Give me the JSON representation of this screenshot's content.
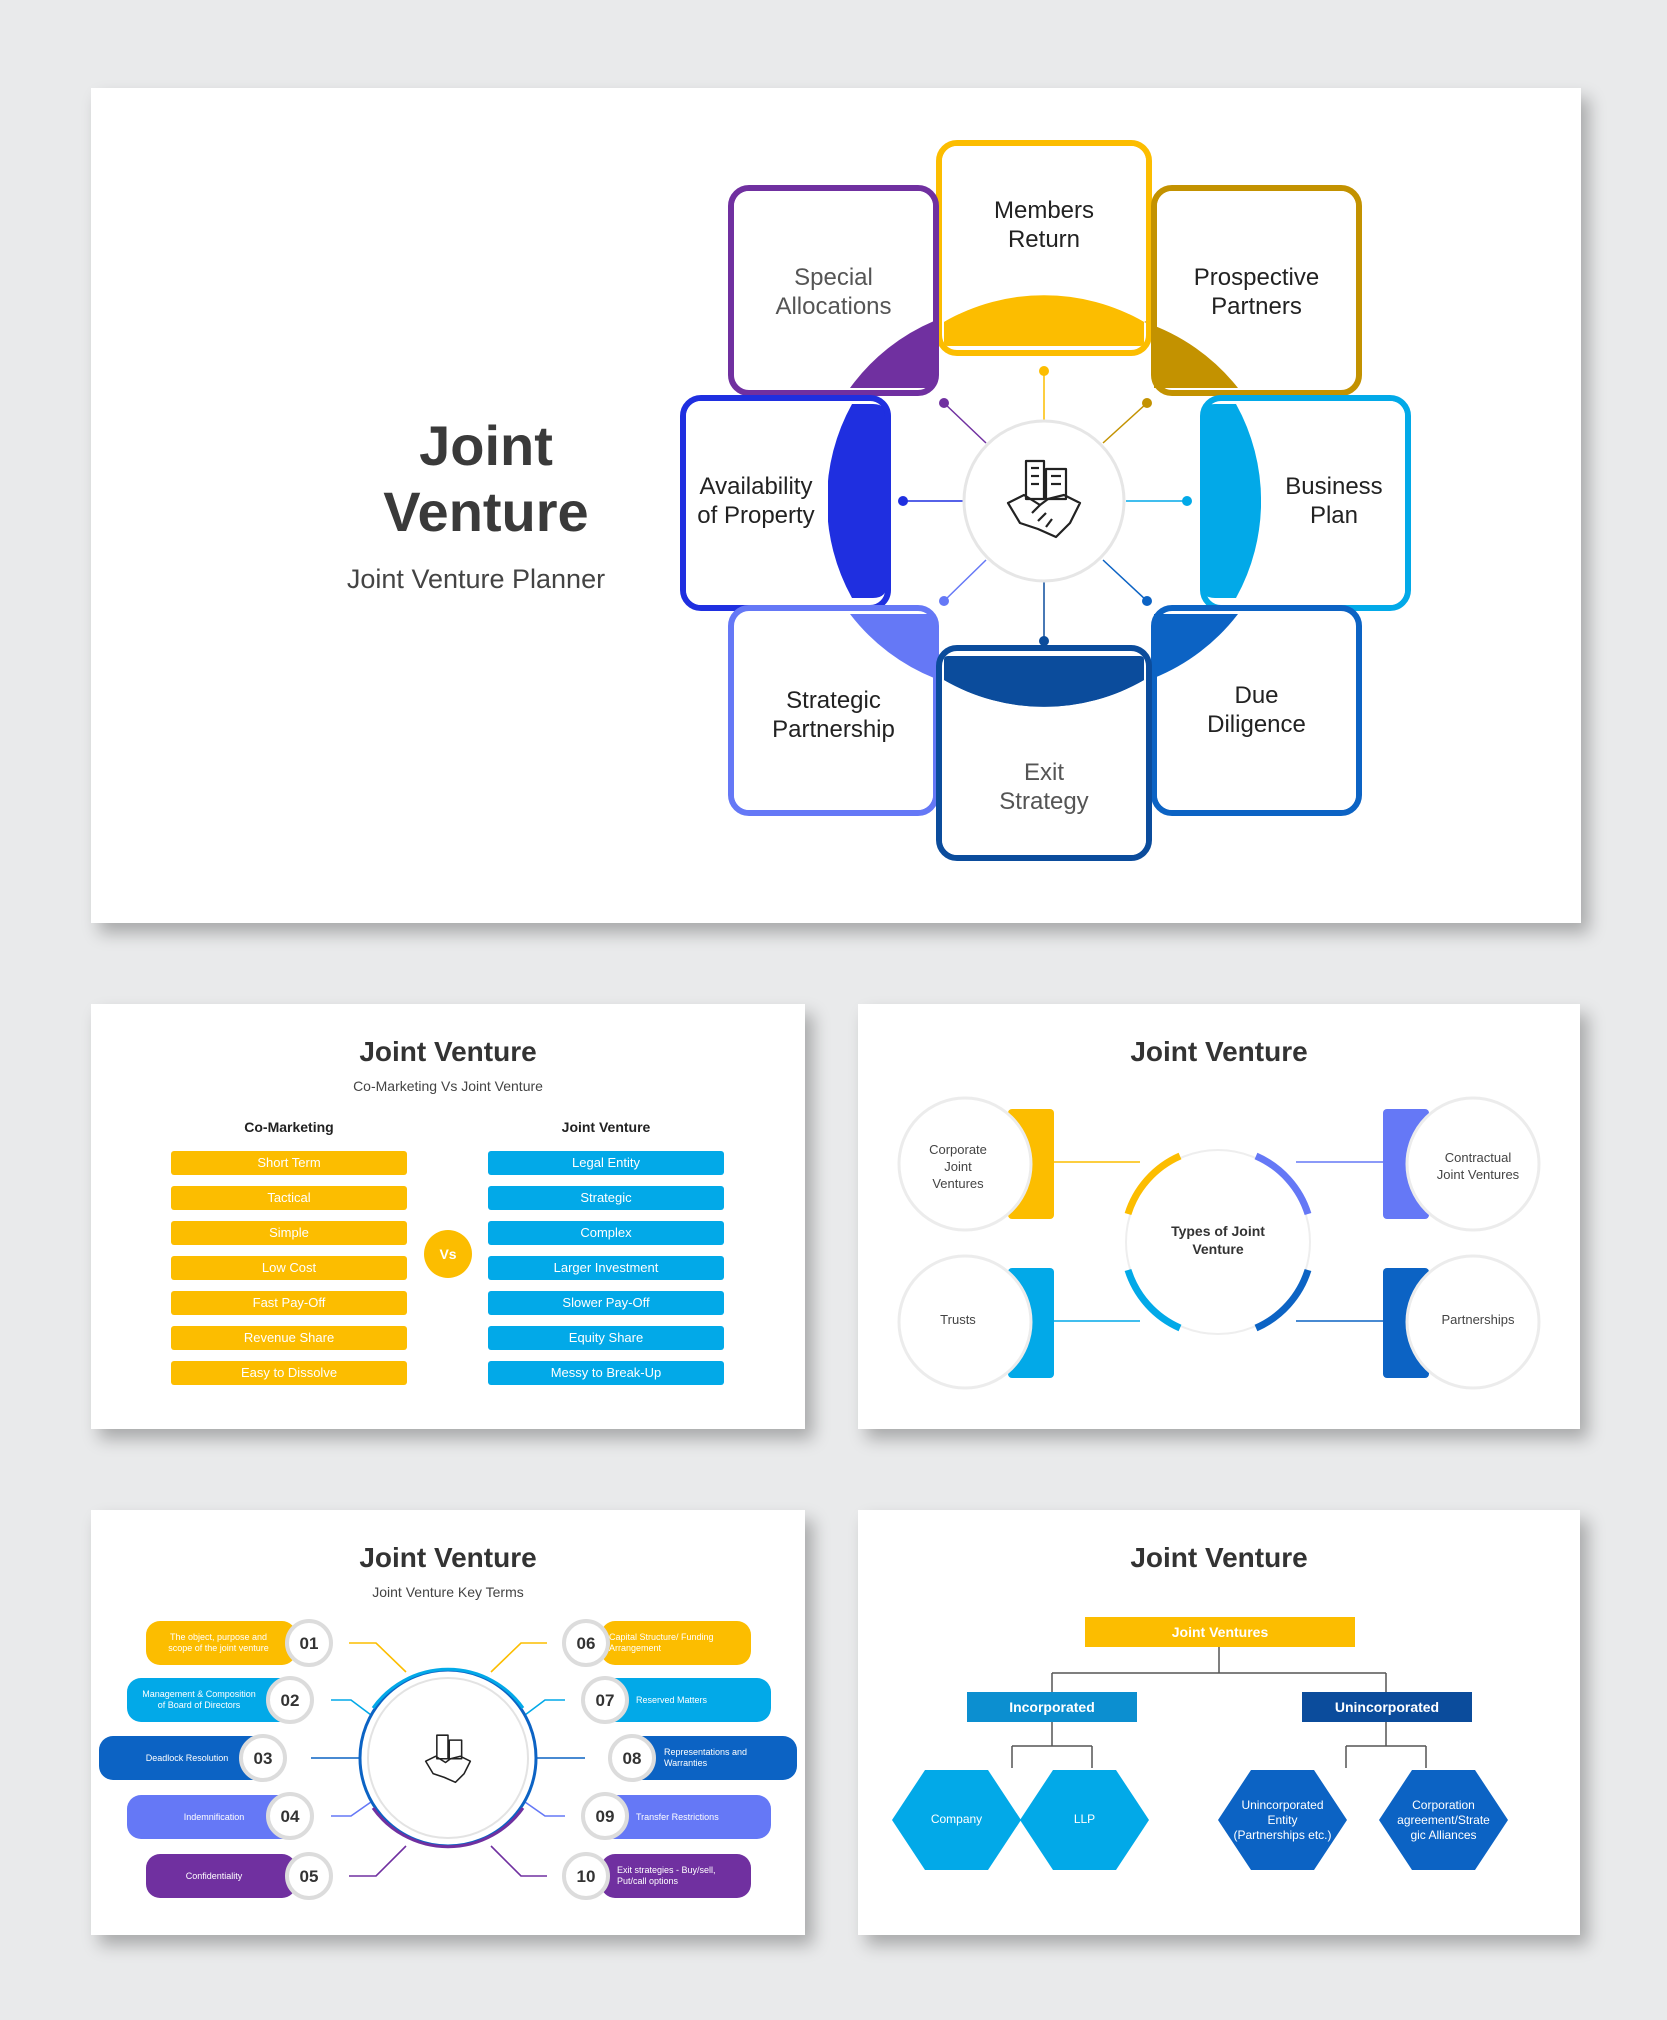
{
  "colors": {
    "yellow": "#fcbd00",
    "gold": "#c39200",
    "purple": "#7030a0",
    "royal": "#1f2fe0",
    "cyan": "#02a9e8",
    "dark_blue": "#0b4c9c",
    "mid_blue": "#0c63c4",
    "periwinkle": "#6578f6"
  },
  "slide1": {
    "title_line1": "Joint",
    "title_line2": "Venture",
    "subtitle": "Joint Venture Planner",
    "center_icon": "handshake-buildings-icon",
    "cards": {
      "members_return": [
        "Members",
        "Return"
      ],
      "prospective_partners": [
        "Prospective",
        "Partners"
      ],
      "business_plan": [
        "Business",
        "Plan"
      ],
      "due_diligence": [
        "Due",
        "Diligence"
      ],
      "exit_strategy": [
        "Exit",
        "Strategy"
      ],
      "strategic_partnership": [
        "Strategic",
        "Partnership"
      ],
      "availability_property": [
        "Availability",
        "of Property"
      ],
      "special_allocations": [
        "Special",
        "Allocations"
      ]
    }
  },
  "slide2": {
    "title": "Joint Venture",
    "subtitle": "Co-Marketing Vs Joint Venture",
    "left_header": "Co-Marketing",
    "right_header": "Joint Venture",
    "vs": "Vs",
    "left_items": [
      "Short Term",
      "Tactical",
      "Simple",
      "Low Cost",
      "Fast Pay-Off",
      "Revenue Share",
      "Easy to Dissolve"
    ],
    "right_items": [
      "Legal Entity",
      "Strategic",
      "Complex",
      "Larger Investment",
      "Slower Pay-Off",
      "Equity Share",
      "Messy to Break-Up"
    ]
  },
  "slide3": {
    "title": "Joint Venture",
    "center": [
      "Types of Joint",
      "Venture"
    ],
    "corporate": [
      "Corporate",
      "Joint",
      "Ventures"
    ],
    "contractual": [
      "Contractual",
      "Joint Ventures"
    ],
    "trusts": "Trusts",
    "partnerships": "Partnerships"
  },
  "slide4": {
    "title": "Joint Venture",
    "subtitle": "Joint Venture Key Terms",
    "center_icon": "handshake-buildings-icon",
    "left": [
      {
        "num": "01",
        "text": [
          "The object, purpose and",
          "scope of the joint venture"
        ]
      },
      {
        "num": "02",
        "text": [
          "Management & Composition",
          "of Board of Directors"
        ]
      },
      {
        "num": "03",
        "text": [
          "Deadlock Resolution"
        ]
      },
      {
        "num": "04",
        "text": [
          "Indemnification"
        ]
      },
      {
        "num": "05",
        "text": [
          "Confidentiality"
        ]
      }
    ],
    "right": [
      {
        "num": "06",
        "text": [
          "Capital Structure/ Funding",
          "Arrangement"
        ]
      },
      {
        "num": "07",
        "text": [
          "Reserved Matters"
        ]
      },
      {
        "num": "08",
        "text": [
          "Representations and",
          "Warranties"
        ]
      },
      {
        "num": "09",
        "text": [
          "Transfer Restrictions"
        ]
      },
      {
        "num": "10",
        "text": [
          "Exit strategies - Buy/sell,",
          "Put/call options"
        ]
      }
    ]
  },
  "slide5": {
    "title": "Joint Venture",
    "root": "Joint Ventures",
    "incorporated": "Incorporated",
    "unincorporated": "Unincorporated",
    "company": "Company",
    "llp": "LLP",
    "unincorporated_entity": [
      "Unincorporated",
      "Entity",
      "(Partnerships etc.)"
    ],
    "corporation_agreement": [
      "Corporation",
      "agreement/Strate",
      "gic Alliances"
    ]
  }
}
